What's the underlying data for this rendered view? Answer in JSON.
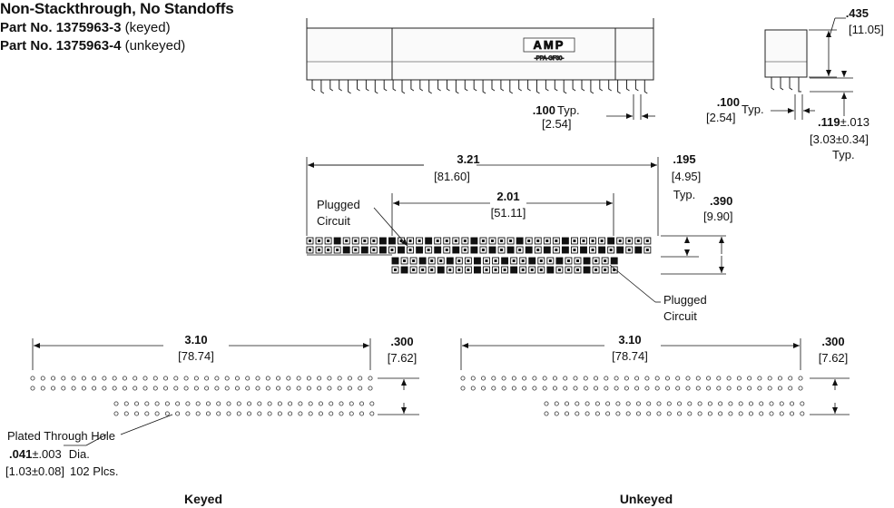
{
  "header": {
    "title": "Non-Stackthrough, No Standoffs",
    "parts": [
      {
        "prefix": "Part No. ",
        "number": "1375963-3",
        "suffix": " (keyed)"
      },
      {
        "prefix": "Part No. ",
        "number": "1375963-4",
        "suffix": " (unkeyed)"
      }
    ]
  },
  "connector_front": {
    "logo_text": "AMP",
    "logo_subtext": "-PPA-GF30-",
    "pitch_dim": {
      "inch": ".100",
      "mm": "[2.54]",
      "typ": "Typ."
    }
  },
  "connector_side": {
    "height_dim": {
      "inch": ".435",
      "mm": "[11.05]"
    },
    "pitch_dim": {
      "inch": ".100",
      "mm": "[2.54]",
      "typ": "Typ."
    },
    "tail_dim": {
      "inch": ".119",
      "tol": "±.013",
      "mm": "[3.03±0.34]",
      "typ": "Typ."
    }
  },
  "connector_top": {
    "overall_dim": {
      "inch": "3.21",
      "mm": "[81.60]"
    },
    "inner_dim": {
      "inch": "2.01",
      "mm": "[51.11]"
    },
    "offset_dim": {
      "inch": ".195",
      "mm": "[4.95]",
      "typ": "Typ."
    },
    "row_dim": {
      "inch": ".390",
      "mm": "[9.90]"
    },
    "callout_top": {
      "line1": "Plugged",
      "line2": "Circuit"
    },
    "callout_bottom": {
      "line1": "Plugged",
      "line2": "Circuit"
    }
  },
  "footprint_keyed": {
    "width_dim": {
      "inch": "3.10",
      "mm": "[78.74]"
    },
    "row_dim": {
      "inch": ".300",
      "mm": "[7.62]"
    },
    "hole_note": {
      "line1": "Plated Through Hole",
      "dia_inch": ".041",
      "dia_tol": "±.003",
      "dia_word": "Dia.",
      "mm": "[1.03±0.08]",
      "count": "102 Plcs."
    },
    "caption": "Keyed"
  },
  "footprint_unkeyed": {
    "width_dim": {
      "inch": "3.10",
      "mm": "[78.74]"
    },
    "row_dim": {
      "inch": ".300",
      "mm": "[7.62]"
    },
    "caption": "Unkeyed"
  }
}
